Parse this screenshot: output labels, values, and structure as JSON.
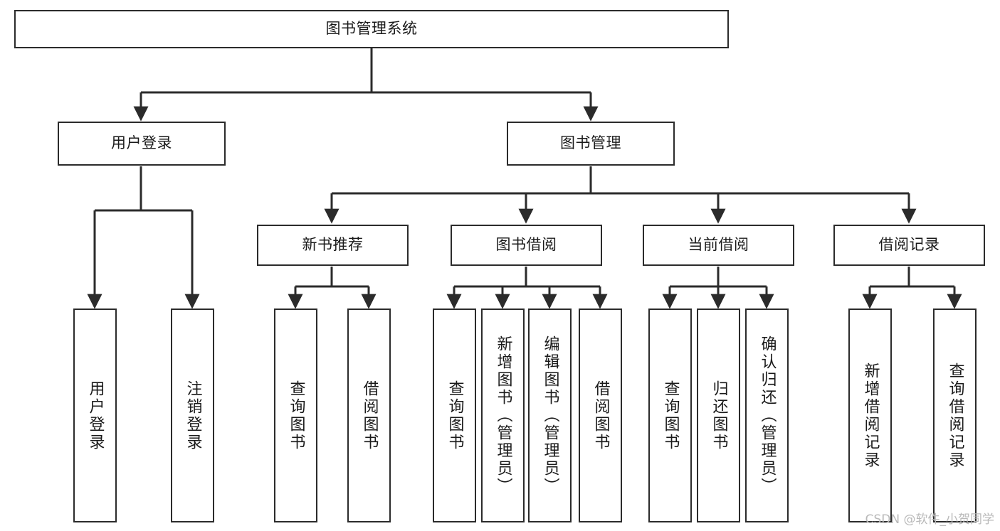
{
  "diagram": {
    "type": "tree-hierarchy",
    "title": "图书管理系统",
    "root": {
      "id": "root",
      "label": "图书管理系统",
      "orientation": "horizontal"
    },
    "level1": [
      {
        "id": "user-login",
        "label": "用户登录",
        "orientation": "horizontal"
      },
      {
        "id": "book-manage",
        "label": "图书管理",
        "orientation": "horizontal"
      }
    ],
    "level2": [
      {
        "id": "new-book-recommend",
        "label": "新书推荐",
        "parent": "book-manage",
        "orientation": "horizontal"
      },
      {
        "id": "book-borrow",
        "label": "图书借阅",
        "parent": "book-manage",
        "orientation": "horizontal"
      },
      {
        "id": "current-borrow",
        "label": "当前借阅",
        "parent": "book-manage",
        "orientation": "horizontal"
      },
      {
        "id": "borrow-record",
        "label": "借阅记录",
        "parent": "book-manage",
        "orientation": "horizontal"
      }
    ],
    "leaves": [
      {
        "id": "leaf-user-login",
        "label": "用户登录",
        "parent": "user-login",
        "orientation": "vertical"
      },
      {
        "id": "leaf-logout",
        "label": "注销登录",
        "parent": "user-login",
        "orientation": "vertical"
      },
      {
        "id": "leaf-query-book-1",
        "label": "查询图书",
        "parent": "new-book-recommend",
        "orientation": "vertical"
      },
      {
        "id": "leaf-borrow-book-1",
        "label": "借阅图书",
        "parent": "new-book-recommend",
        "orientation": "vertical"
      },
      {
        "id": "leaf-query-book-2",
        "label": "查询图书",
        "parent": "book-borrow",
        "orientation": "vertical"
      },
      {
        "id": "leaf-add-book",
        "label": "新增图书（管理员）",
        "parent": "book-borrow",
        "orientation": "vertical"
      },
      {
        "id": "leaf-edit-book",
        "label": "编辑图书（管理员）",
        "parent": "book-borrow",
        "orientation": "vertical"
      },
      {
        "id": "leaf-borrow-book-2",
        "label": "借阅图书",
        "parent": "book-borrow",
        "orientation": "vertical"
      },
      {
        "id": "leaf-query-book-3",
        "label": "查询图书",
        "parent": "current-borrow",
        "orientation": "vertical"
      },
      {
        "id": "leaf-return-book",
        "label": "归还图书",
        "parent": "current-borrow",
        "orientation": "vertical"
      },
      {
        "id": "leaf-confirm-return",
        "label": "确认归还（管理员）",
        "parent": "current-borrow",
        "orientation": "vertical"
      },
      {
        "id": "leaf-add-record",
        "label": "新增借阅记录",
        "parent": "borrow-record",
        "orientation": "vertical"
      },
      {
        "id": "leaf-query-record",
        "label": "查询借阅记录",
        "parent": "borrow-record",
        "orientation": "vertical"
      }
    ],
    "colors": {
      "border": "#2b2b2b",
      "line": "#2b2b2b",
      "box_fill": "#ffffff",
      "text": "#1a1a1a",
      "watermark": "#b9b9b9",
      "background": "#ffffff"
    }
  },
  "watermark": {
    "text": "CSDN @软件_小贺同学"
  }
}
